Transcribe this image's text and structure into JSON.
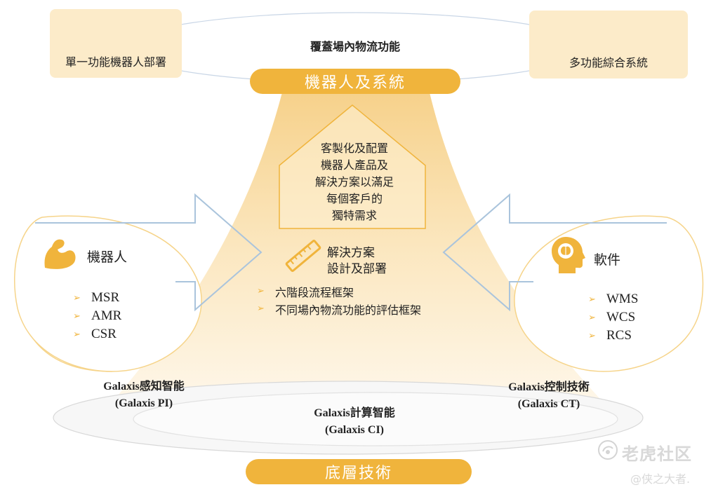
{
  "top": {
    "left_box_label": "單一功能機器人部署",
    "right_box_label": "多功能綜合系統",
    "center_caption": "覆蓋場內物流功能",
    "banner": "機器人及系統"
  },
  "house_text": [
    "客製化及配置",
    "機器人產品及",
    "解決方案以滿足",
    "每個客戶的",
    "獨特需求"
  ],
  "solution": {
    "title_lines": [
      "解決方案",
      "設計及部署"
    ],
    "items": [
      "六階段流程框架",
      "不同場內物流功能的評估框架"
    ]
  },
  "robots": {
    "title": "機器人",
    "items": [
      "MSR",
      "AMR",
      "CSR"
    ]
  },
  "software": {
    "title": "軟件",
    "items": [
      "WMS",
      "WCS",
      "RCS"
    ]
  },
  "bottom": {
    "pi_lines": [
      "Galaxis感知智能",
      "(Galaxis PI)"
    ],
    "ci_lines": [
      "Galaxis計算智能",
      "(Galaxis CI)"
    ],
    "ct_lines": [
      "Galaxis控制技術",
      "(Galaxis CT)"
    ],
    "banner": "底層技術"
  },
  "watermark": {
    "line1": "老虎社区",
    "line2": "@侠之大者."
  },
  "colors": {
    "accent": "#f0b43c",
    "light_fill": "#fcebc9",
    "arrow_stroke": "#aac4dc"
  },
  "icons": [
    "robot-arm-icon",
    "org-chart-icon",
    "muscle-arm-icon",
    "brain-head-icon",
    "ruler-icon",
    "arrow-bullet-icon"
  ]
}
